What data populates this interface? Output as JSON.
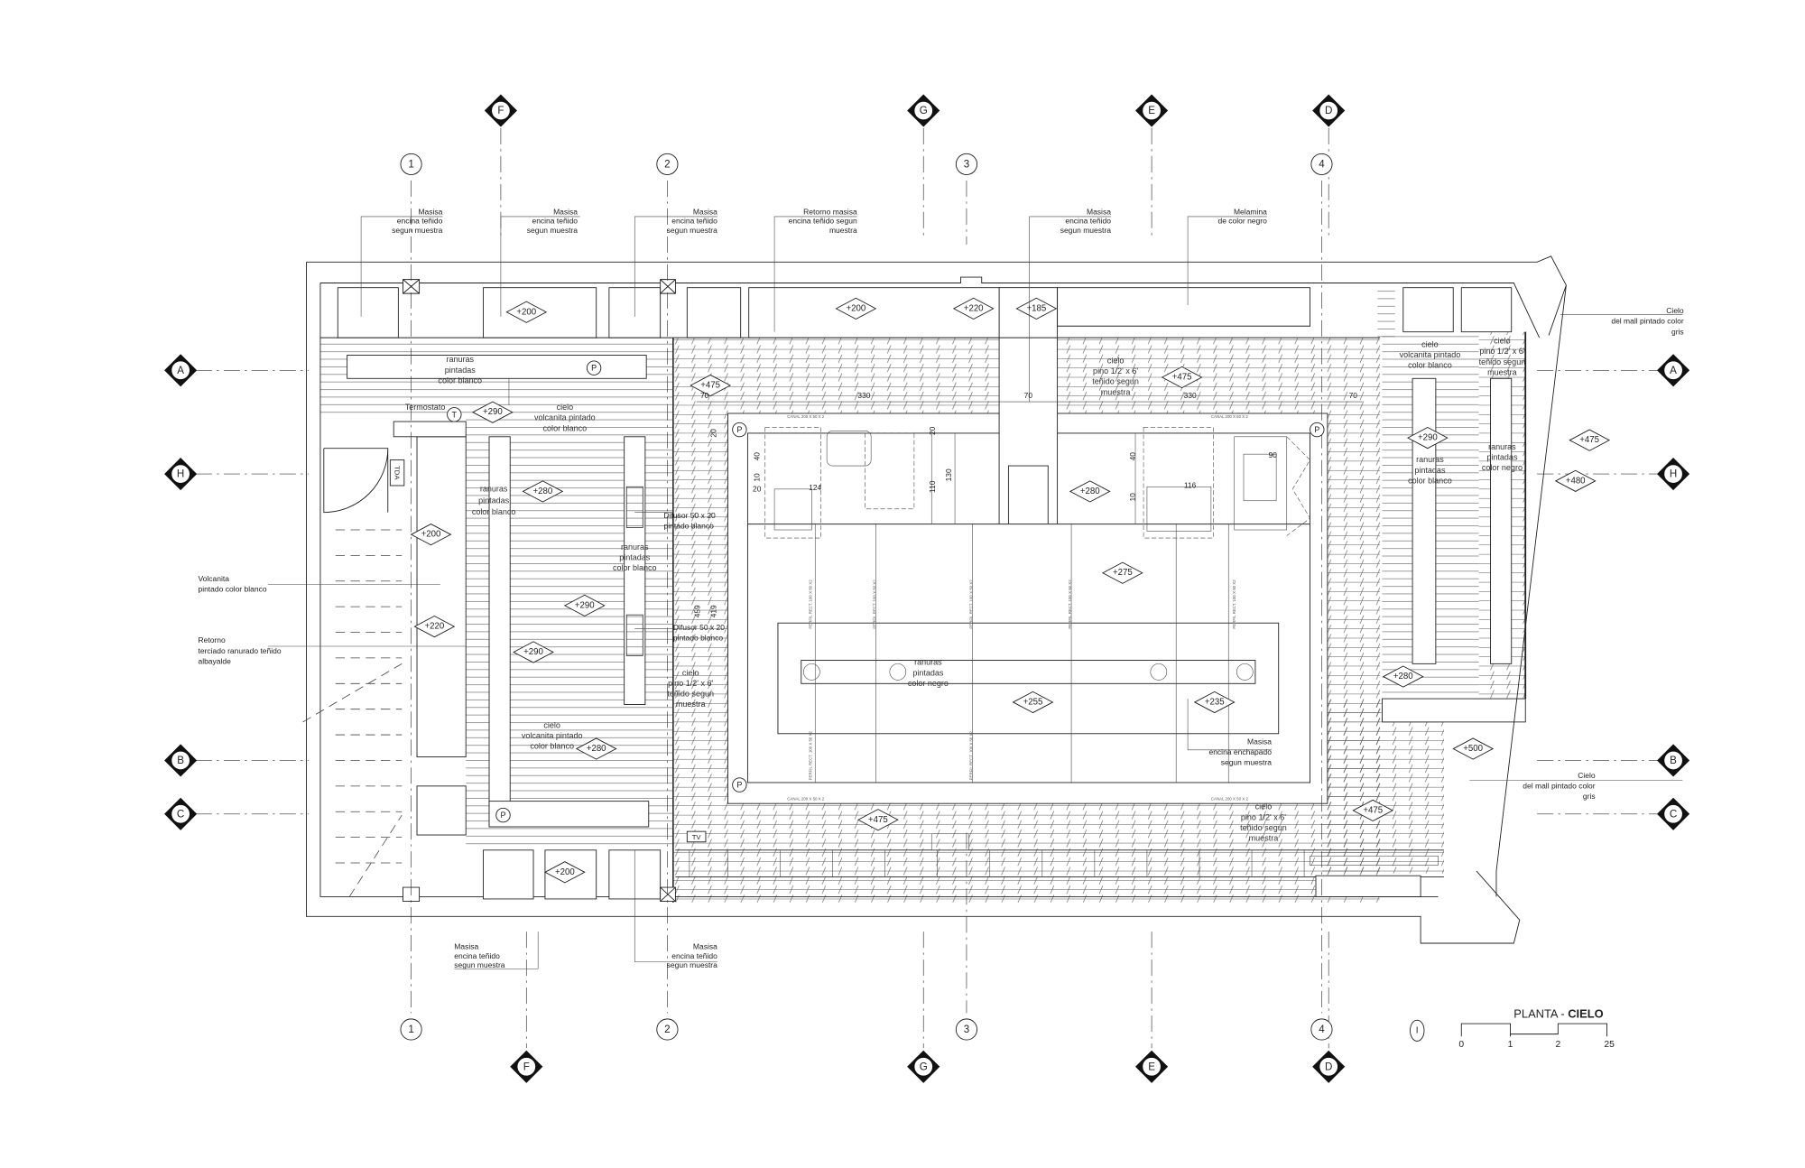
{
  "title": {
    "prefix": "PLANTA - ",
    "main": "CIELO"
  },
  "scale_bar": {
    "marker": "I",
    "ticks": [
      "0",
      "1",
      "2",
      "25"
    ]
  },
  "grid": {
    "columns": [
      "1",
      "2",
      "3",
      "4"
    ],
    "rows": [
      "A",
      "H",
      "B",
      "C"
    ],
    "sections": [
      "F",
      "G",
      "E",
      "D"
    ]
  },
  "elevations": [
    "+200",
    "+200",
    "+220",
    "+185",
    "+475",
    "+475",
    "+290",
    "+280",
    "+200",
    "+220",
    "+290",
    "+290",
    "+280",
    "+280",
    "+275",
    "+255",
    "+235",
    "+475",
    "+475",
    "+290",
    "+280",
    "+500",
    "+475",
    "+480",
    "+200"
  ],
  "notes": {
    "masisa_1": [
      "Masisa",
      "encina teñido",
      "segun muestra"
    ],
    "masisa_2": [
      "Masisa",
      "encina teñido",
      "segun muestra"
    ],
    "masisa_3": [
      "Masisa",
      "encina teñido",
      "segun muestra"
    ],
    "retorno_masisa": [
      "Retorno masisa",
      "encina teñido segun",
      "muestra"
    ],
    "masisa_4": [
      "Masisa",
      "encina teñido",
      "segun muestra"
    ],
    "melamina": [
      "Melamina",
      "de color negro"
    ],
    "cielo_mall_1": [
      "Cielo",
      "del mall pintado color",
      "gris"
    ],
    "cielo_mall_2": [
      "Cielo",
      "del mall pintado color",
      "gris"
    ],
    "volcanita": [
      "Volcanita",
      "pintado color blanco"
    ],
    "retorno_terciado": [
      "Retorno",
      "terciado ranurado teñido",
      "albayalde"
    ],
    "masisa_bottom_1": [
      "Masisa",
      "encina teñido",
      "segun muestra"
    ],
    "masisa_bottom_2": [
      "Masisa",
      "encina teñido",
      "segun muestra"
    ],
    "masisa_enchapado": [
      "Masisa",
      "encina enchapado",
      "segun muestra"
    ],
    "difusor_1": [
      "Difusor 50 x 20",
      "pintado blanco"
    ],
    "difusor_2": [
      "Difusor 50 x 20",
      "pintado blanco"
    ]
  },
  "area_labels": {
    "ranuras_blanco_1": [
      "ranuras",
      "pintadas",
      "color blanco"
    ],
    "ranuras_blanco_2": [
      "ranuras",
      "pintadas",
      "color blanco"
    ],
    "ranuras_blanco_3": [
      "ranuras",
      "pintadas",
      "color blanco"
    ],
    "ranuras_blanco_4": [
      "ranuras",
      "pintadas",
      "color blanco"
    ],
    "ranuras_negro_1": [
      "ranuras",
      "pintadas",
      "color negro"
    ],
    "ranuras_negro_2": [
      "ranuras",
      "pintadas",
      "color negro"
    ],
    "volcanita_1": [
      "cielo",
      "volcanita pintado",
      "color blanco"
    ],
    "volcanita_2": [
      "cielo",
      "volcanita pintado",
      "color blanco"
    ],
    "volcanita_3": [
      "cielo",
      "volcanita pintado",
      "color blanco"
    ],
    "pino_1": [
      "cielo",
      "pino 1/2' x 6'",
      "teñido segun",
      "muestra"
    ],
    "pino_2": [
      "cielo",
      "pino 1/2' x 6'",
      "teñido segun",
      "muestra"
    ],
    "pino_3": [
      "cielo",
      "pino 1/2' x 6'",
      "teñido segun",
      "muestra"
    ],
    "pino_4": [
      "cielo",
      "pino 1/2' x 6'",
      "teñido segun",
      "muestra"
    ]
  },
  "symbols": {
    "termostato": "Termostato",
    "t": "T",
    "p": "P",
    "tda": "TDA",
    "tv": "TV"
  },
  "dimensions": {
    "top": [
      "70",
      "330",
      "70",
      "330",
      "70"
    ],
    "left_fixture": [
      "20",
      "40",
      "10",
      "20",
      "124",
      "110",
      "130"
    ],
    "right_fixture": [
      "40",
      "10",
      "116",
      "90"
    ],
    "side": [
      "459",
      "419",
      "20"
    ]
  },
  "profiles": {
    "canal": "CANAL 200 X 50 X 2",
    "perfil": "PERFIL RECT. 100 X 50 X2"
  }
}
